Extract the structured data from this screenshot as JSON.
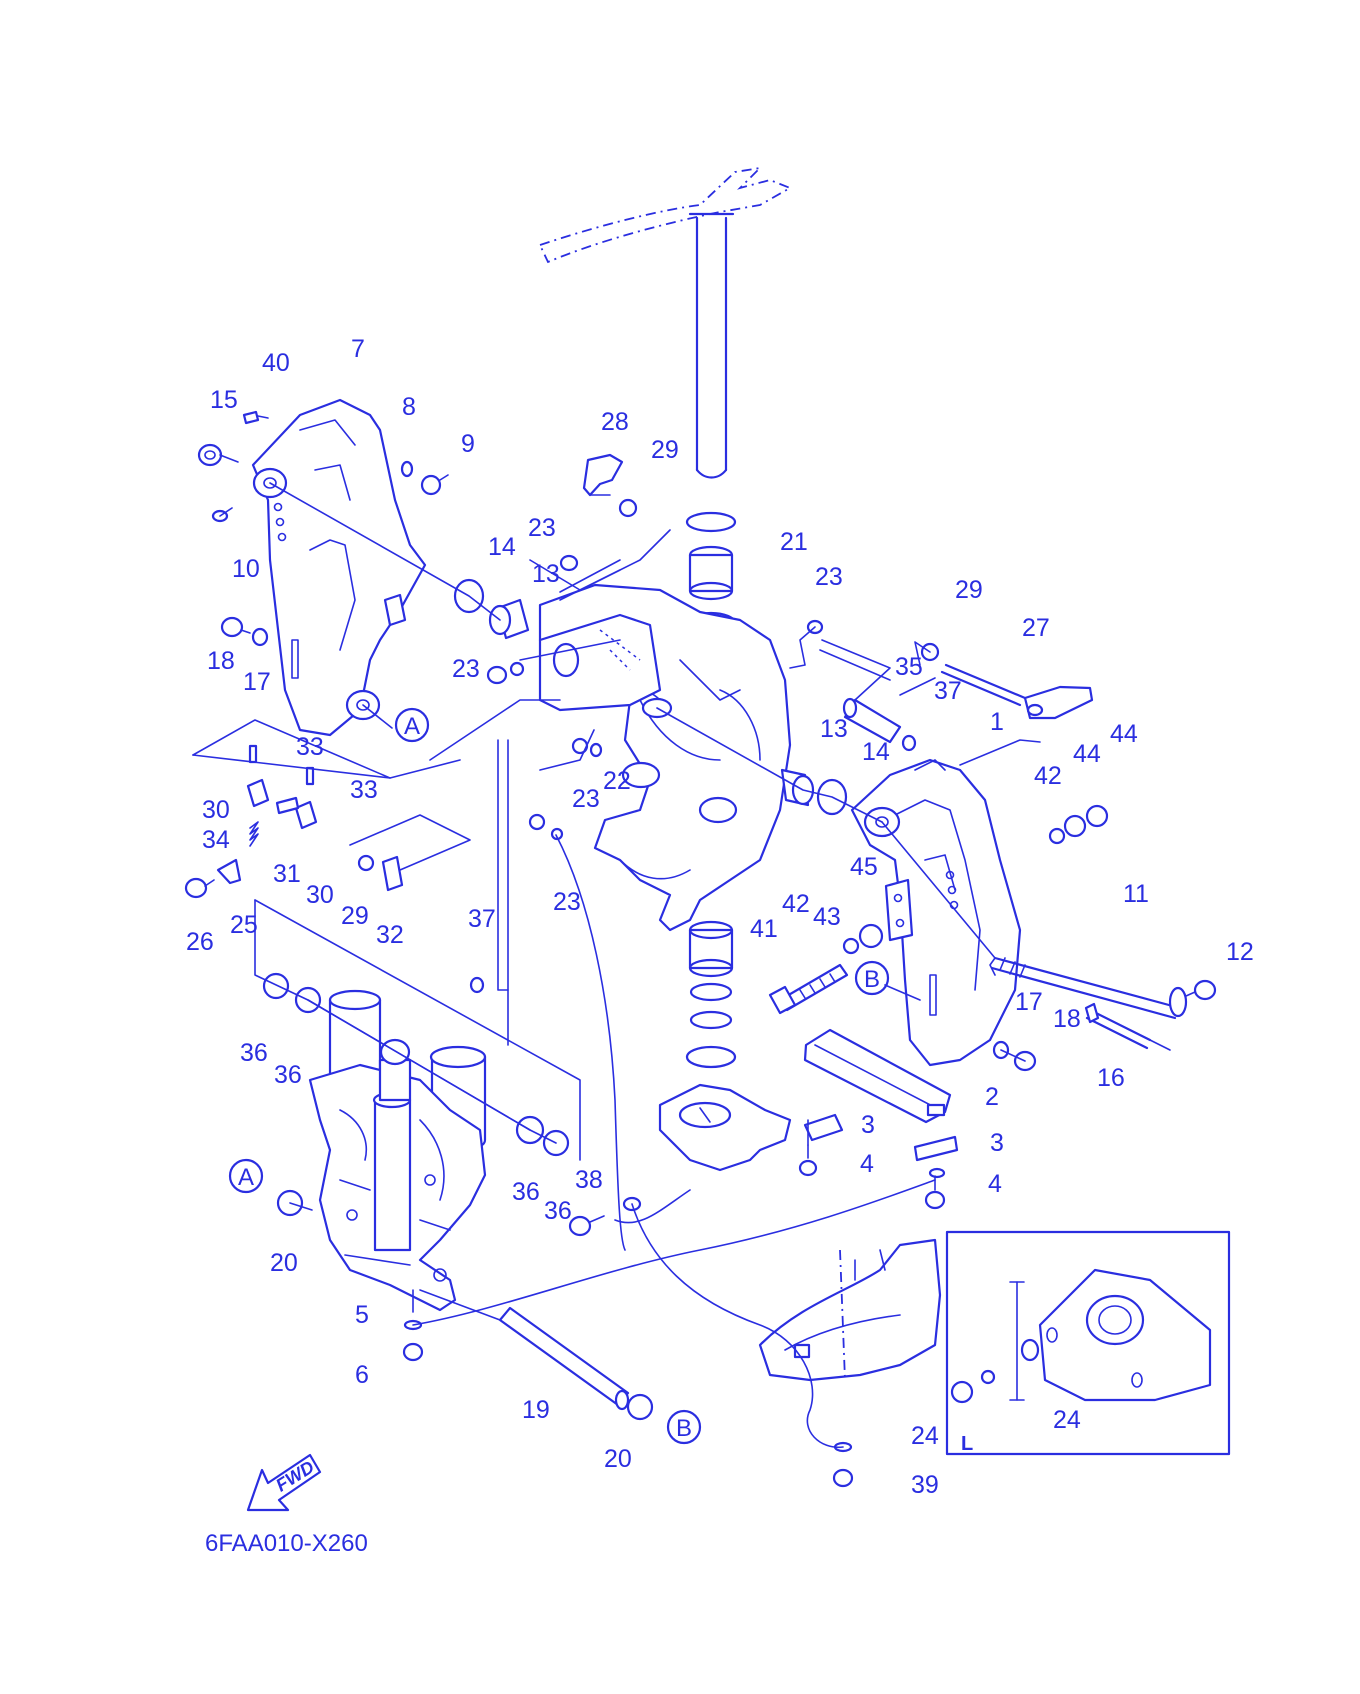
{
  "colors": {
    "line": "#2a2ee0",
    "background": "#ffffff"
  },
  "callouts": [
    {
      "id": "c40",
      "text": "40"
    },
    {
      "id": "c7",
      "text": "7"
    },
    {
      "id": "c15",
      "text": "15"
    },
    {
      "id": "c8",
      "text": "8"
    },
    {
      "id": "c9",
      "text": "9"
    },
    {
      "id": "c28",
      "text": "28"
    },
    {
      "id": "c29a",
      "text": "29"
    },
    {
      "id": "c14a",
      "text": "14"
    },
    {
      "id": "c23a",
      "text": "23"
    },
    {
      "id": "c10",
      "text": "10"
    },
    {
      "id": "c13a",
      "text": "13"
    },
    {
      "id": "c21",
      "text": "21"
    },
    {
      "id": "c23b",
      "text": "23"
    },
    {
      "id": "c29b",
      "text": "29"
    },
    {
      "id": "c27",
      "text": "27"
    },
    {
      "id": "c18a",
      "text": "18"
    },
    {
      "id": "c17a",
      "text": "17"
    },
    {
      "id": "c23c",
      "text": "23"
    },
    {
      "id": "c35",
      "text": "35"
    },
    {
      "id": "c37a",
      "text": "37"
    },
    {
      "id": "c1",
      "text": "1"
    },
    {
      "id": "c33a",
      "text": "33"
    },
    {
      "id": "c33b",
      "text": "33"
    },
    {
      "id": "c13b",
      "text": "13"
    },
    {
      "id": "c44a",
      "text": "44"
    },
    {
      "id": "c44b",
      "text": "44"
    },
    {
      "id": "c22",
      "text": "22"
    },
    {
      "id": "c14b",
      "text": "14"
    },
    {
      "id": "c42a",
      "text": "42"
    },
    {
      "id": "c23d",
      "text": "23"
    },
    {
      "id": "c30a",
      "text": "30"
    },
    {
      "id": "c34",
      "text": "34"
    },
    {
      "id": "c31",
      "text": "31"
    },
    {
      "id": "c45",
      "text": "45"
    },
    {
      "id": "c30b",
      "text": "30"
    },
    {
      "id": "c11",
      "text": "11"
    },
    {
      "id": "c23e",
      "text": "23"
    },
    {
      "id": "c43",
      "text": "43"
    },
    {
      "id": "c29c",
      "text": "29"
    },
    {
      "id": "c32",
      "text": "32"
    },
    {
      "id": "c42b",
      "text": "42"
    },
    {
      "id": "c26",
      "text": "26"
    },
    {
      "id": "c25",
      "text": "25"
    },
    {
      "id": "c37b",
      "text": "37"
    },
    {
      "id": "c41",
      "text": "41"
    },
    {
      "id": "c12",
      "text": "12"
    },
    {
      "id": "c17b",
      "text": "17"
    },
    {
      "id": "c18b",
      "text": "18"
    },
    {
      "id": "c36a",
      "text": "36"
    },
    {
      "id": "c36b",
      "text": "36"
    },
    {
      "id": "c16",
      "text": "16"
    },
    {
      "id": "c2",
      "text": "2"
    },
    {
      "id": "c3a",
      "text": "3"
    },
    {
      "id": "c3b",
      "text": "3"
    },
    {
      "id": "c4a",
      "text": "4"
    },
    {
      "id": "c36c",
      "text": "36"
    },
    {
      "id": "c38",
      "text": "38"
    },
    {
      "id": "c36d",
      "text": "36"
    },
    {
      "id": "c4b",
      "text": "4"
    },
    {
      "id": "c20a",
      "text": "20"
    },
    {
      "id": "c5",
      "text": "5"
    },
    {
      "id": "c6",
      "text": "6"
    },
    {
      "id": "c24a",
      "text": "24"
    },
    {
      "id": "c19",
      "text": "19"
    },
    {
      "id": "c20b",
      "text": "20"
    },
    {
      "id": "c24b",
      "text": "24"
    },
    {
      "id": "c39",
      "text": "39"
    }
  ],
  "refs": {
    "A": "A",
    "B": "B"
  },
  "inset_label": "L",
  "fwd_label": "FWD",
  "drawing_code": "6FAA010-X260"
}
